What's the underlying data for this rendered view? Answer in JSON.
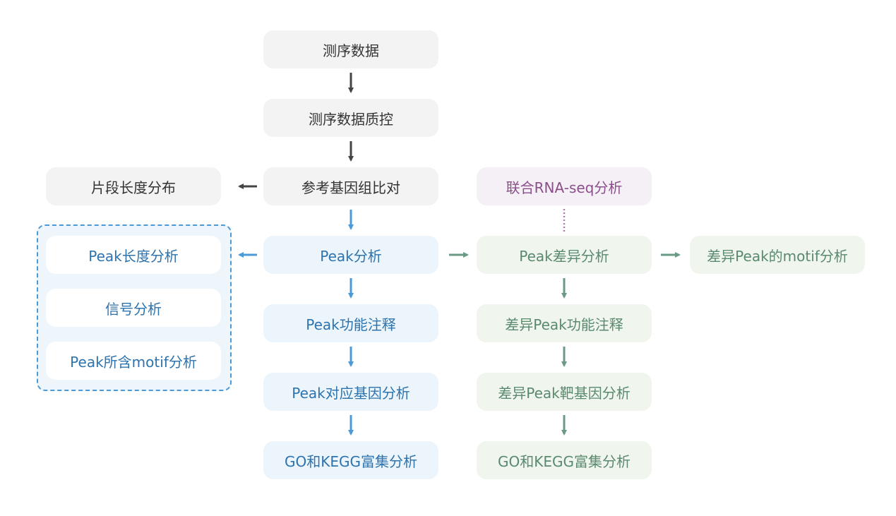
{
  "main_flow": {
    "sequencing_data": "测序数据",
    "data_qc": "测序数据质控",
    "reference_alignment": "参考基因组比对",
    "fragment_length": "片段长度分布"
  },
  "peak_flow": {
    "peak_analysis": "Peak分析",
    "peak_annotation": "Peak功能注释",
    "peak_genes": "Peak对应基因分析",
    "go_kegg": "GO和KEGG富集分析"
  },
  "peak_panel": {
    "peak_length": "Peak长度分析",
    "signal": "信号分析",
    "peak_motif": "Peak所含motif分析"
  },
  "diff_flow": {
    "rna_seq": "联合RNA-seq分析",
    "diff_peak": "Peak差异分析",
    "diff_motif": "差异Peak的motif分析",
    "diff_annotation": "差异Peak功能注释",
    "diff_target_genes": "差异Peak靶基因分析",
    "go_kegg": "GO和KEGG富集分析"
  },
  "colors": {
    "gray_box": "#f3f3f3",
    "blue_box": "#edf5fc",
    "green_box": "#f0f5ed",
    "purple_box": "#f5f0f5",
    "gray_arrow": "#444444",
    "blue_arrow": "#4a9ad8",
    "green_arrow": "#6a9a84",
    "purple_dots": "#b07ab0"
  }
}
